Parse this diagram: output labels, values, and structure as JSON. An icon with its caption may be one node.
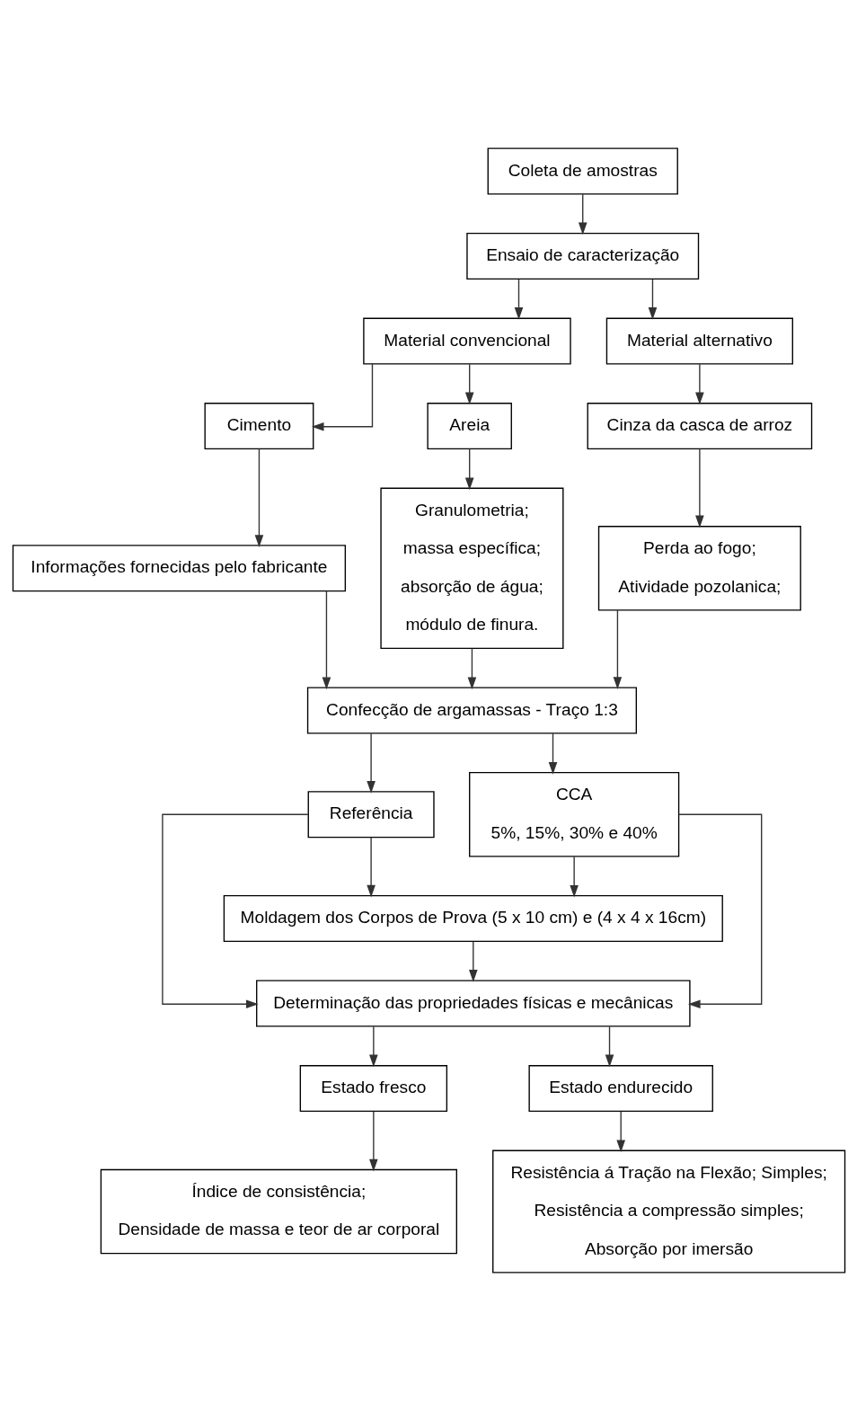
{
  "diagram": {
    "nodes": [
      {
        "text": [
          "Coleta de amostras"
        ]
      },
      {
        "text": [
          "Ensaio de caracterização"
        ]
      },
      {
        "text": [
          "Material convencional"
        ]
      },
      {
        "text": [
          "Material alternativo"
        ]
      },
      {
        "text": [
          "Cimento"
        ]
      },
      {
        "text": [
          "Areia"
        ]
      },
      {
        "text": [
          "Cinza da casca de arroz"
        ]
      },
      {
        "text": [
          "Informações fornecidas pelo fabricante"
        ]
      },
      {
        "text": [
          "Granulometria;",
          "massa específica;",
          "absorção de água;",
          "módulo de finura."
        ]
      },
      {
        "text": [
          "Perda ao fogo;",
          "Atividade pozolanica;"
        ]
      },
      {
        "text": [
          "Confecção de argamassas - Traço 1:3"
        ]
      },
      {
        "text": [
          "Referência"
        ]
      },
      {
        "text": [
          "CCA",
          "5%, 15%, 30% e 40%"
        ]
      },
      {
        "text": [
          "Moldagem dos Corpos de Prova (5 x 10 cm) e (4 x 4 x 16cm)"
        ]
      },
      {
        "text": [
          "Determinação das propriedades físicas e mecânicas"
        ]
      },
      {
        "text": [
          "Estado fresco"
        ]
      },
      {
        "text": [
          "Estado endurecido"
        ]
      },
      {
        "text": [
          "Índice de consistência;",
          "Densidade de massa e teor de ar corporal"
        ]
      },
      {
        "text": [
          "Resistência á Tração na Flexão; Simples;",
          "Resistência a compressão simples;",
          "Absorção por imersão"
        ]
      }
    ],
    "edges": [
      {
        "from": 0,
        "to": 1,
        "arrow": "to"
      },
      {
        "from": 1,
        "to": 2,
        "arrow": "to"
      },
      {
        "from": 1,
        "to": 3,
        "arrow": "to"
      },
      {
        "from": 2,
        "to": 4,
        "arrow": "to"
      },
      {
        "from": 2,
        "to": 5,
        "arrow": "to"
      },
      {
        "from": 3,
        "to": 6,
        "arrow": "to"
      },
      {
        "from": 4,
        "to": 7,
        "arrow": "to"
      },
      {
        "from": 5,
        "to": 8,
        "arrow": "to"
      },
      {
        "from": 6,
        "to": 9,
        "arrow": "to"
      },
      {
        "from": 7,
        "to": 10,
        "arrow": "to"
      },
      {
        "from": 8,
        "to": 10,
        "arrow": "to"
      },
      {
        "from": 9,
        "to": 10,
        "arrow": "to"
      },
      {
        "from": 10,
        "to": 11,
        "arrow": "to"
      },
      {
        "from": 10,
        "to": 12,
        "arrow": "to"
      },
      {
        "from": 11,
        "to": 13,
        "arrow": "to"
      },
      {
        "from": 12,
        "to": 13,
        "arrow": "to"
      },
      {
        "from": 11,
        "to": 14,
        "arrow": "to"
      },
      {
        "from": 12,
        "to": 14,
        "arrow": "to"
      },
      {
        "from": 13,
        "to": 14,
        "arrow": "to"
      },
      {
        "from": 14,
        "to": 15,
        "arrow": "to"
      },
      {
        "from": 14,
        "to": 16,
        "arrow": "to"
      },
      {
        "from": 15,
        "to": 17,
        "arrow": "to"
      },
      {
        "from": 16,
        "to": 18,
        "arrow": "to"
      }
    ]
  }
}
